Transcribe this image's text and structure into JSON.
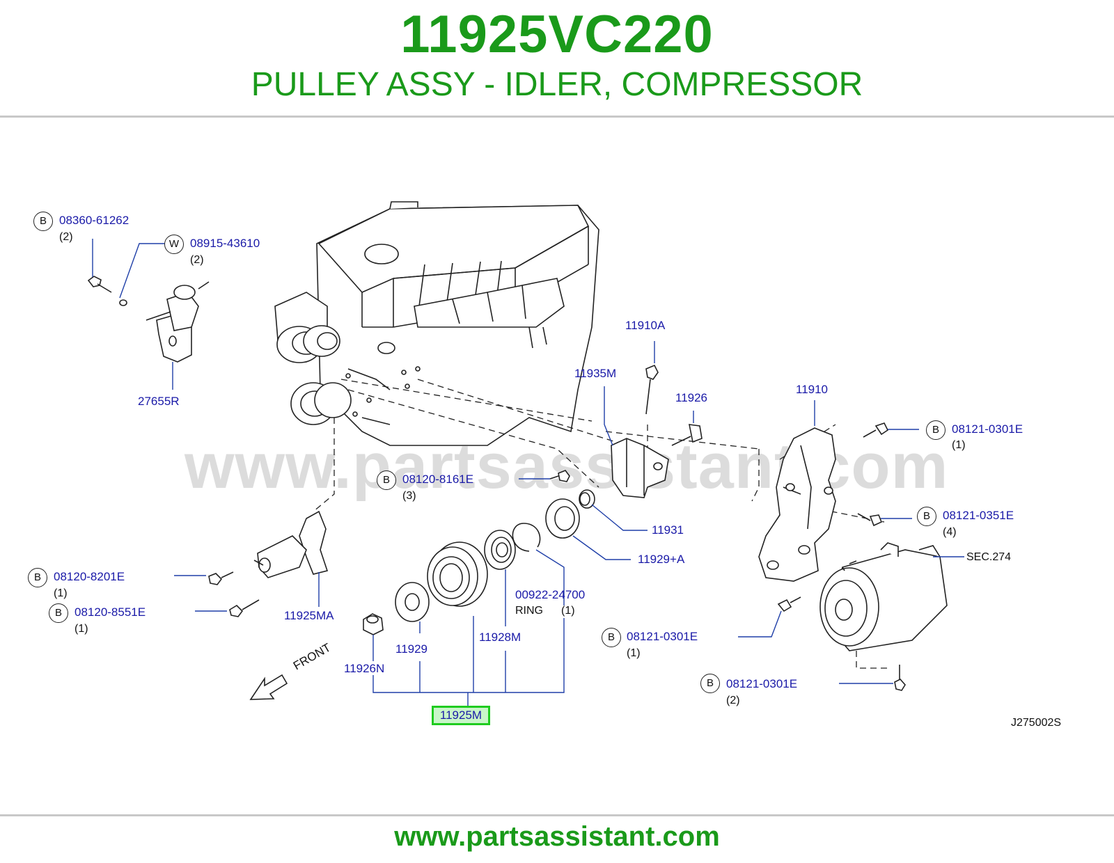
{
  "header": {
    "part_number": "11925VC220",
    "description": "PULLEY ASSY - IDLER, COMPRESSOR"
  },
  "footer": {
    "website": "www.partsassistant.com"
  },
  "watermark": "www.partsassistant.com",
  "diagram": {
    "code": "J275002S",
    "front_label": "FRONT",
    "highlighted_part": "11925M",
    "callouts": {
      "b_08360": {
        "marker": "B",
        "part": "08360-61262",
        "qty": "(2)"
      },
      "w_08915": {
        "marker": "W",
        "part": "08915-43610",
        "qty": "(2)"
      },
      "p_27655R": {
        "part": "27655R"
      },
      "p_11935M": {
        "part": "11935M"
      },
      "p_11910A": {
        "part": "11910A"
      },
      "p_11926": {
        "part": "11926"
      },
      "p_11910": {
        "part": "11910"
      },
      "b_08121_0301_a": {
        "marker": "B",
        "part": "08121-0301E",
        "qty": "(1)"
      },
      "b_08120_8161": {
        "marker": "B",
        "part": "08120-8161E",
        "qty": "(3)"
      },
      "b_08121_0351": {
        "marker": "B",
        "part": "08121-0351E",
        "qty": "(4)"
      },
      "p_11931": {
        "part": "11931"
      },
      "p_11929A": {
        "part": "11929+A"
      },
      "sec_274": {
        "part": "SEC.274"
      },
      "b_08120_8201": {
        "marker": "B",
        "part": "08120-8201E",
        "qty": "(1)"
      },
      "b_08120_8551": {
        "marker": "B",
        "part": "08120-8551E",
        "qty": "(1)"
      },
      "p_11925MA": {
        "part": "11925MA"
      },
      "p_00922": {
        "part": "00922-24700",
        "sub": "RING",
        "qty": "(1)"
      },
      "p_11928M": {
        "part": "11928M"
      },
      "p_11929": {
        "part": "11929"
      },
      "p_11926N": {
        "part": "11926N"
      },
      "b_08121_0301_b": {
        "marker": "B",
        "part": "08121-0301E",
        "qty": "(1)"
      },
      "b_08121_0301_c": {
        "marker": "B",
        "part": "08121-0301E",
        "qty": "(2)"
      }
    }
  }
}
